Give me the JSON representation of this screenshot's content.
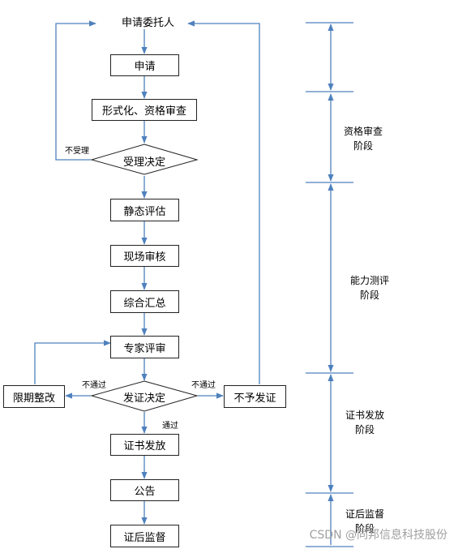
{
  "nodes": {
    "apply_entrust": "申请委托人",
    "apply": "申请",
    "formal_review": "形式化、资格审查",
    "accept_decision": "受理决定",
    "static_eval": "静态评估",
    "site_review": "现场审核",
    "summary": "综合汇总",
    "expert_review": "专家评审",
    "cert_decision": "发证决定",
    "rectify": "限期整改",
    "no_cert": "不予发证",
    "cert_issue": "证书发放",
    "announce": "公告",
    "supervision": "证后监督"
  },
  "edge_labels": {
    "not_accepted": "不受理",
    "fail_left": "不通过",
    "fail_right": "不通过",
    "pass": "通过"
  },
  "stages": {
    "qualification": [
      "资格审查",
      "阶段"
    ],
    "capability": [
      "能力测评",
      "阶段"
    ],
    "certificate": [
      "证书发放",
      "阶段"
    ],
    "post_supervision": [
      "证后监督",
      "阶段"
    ]
  },
  "colors": {
    "arrow": "#4f81bd",
    "border": "#222222"
  },
  "watermark": "CSDN @同邦信息科技股份"
}
